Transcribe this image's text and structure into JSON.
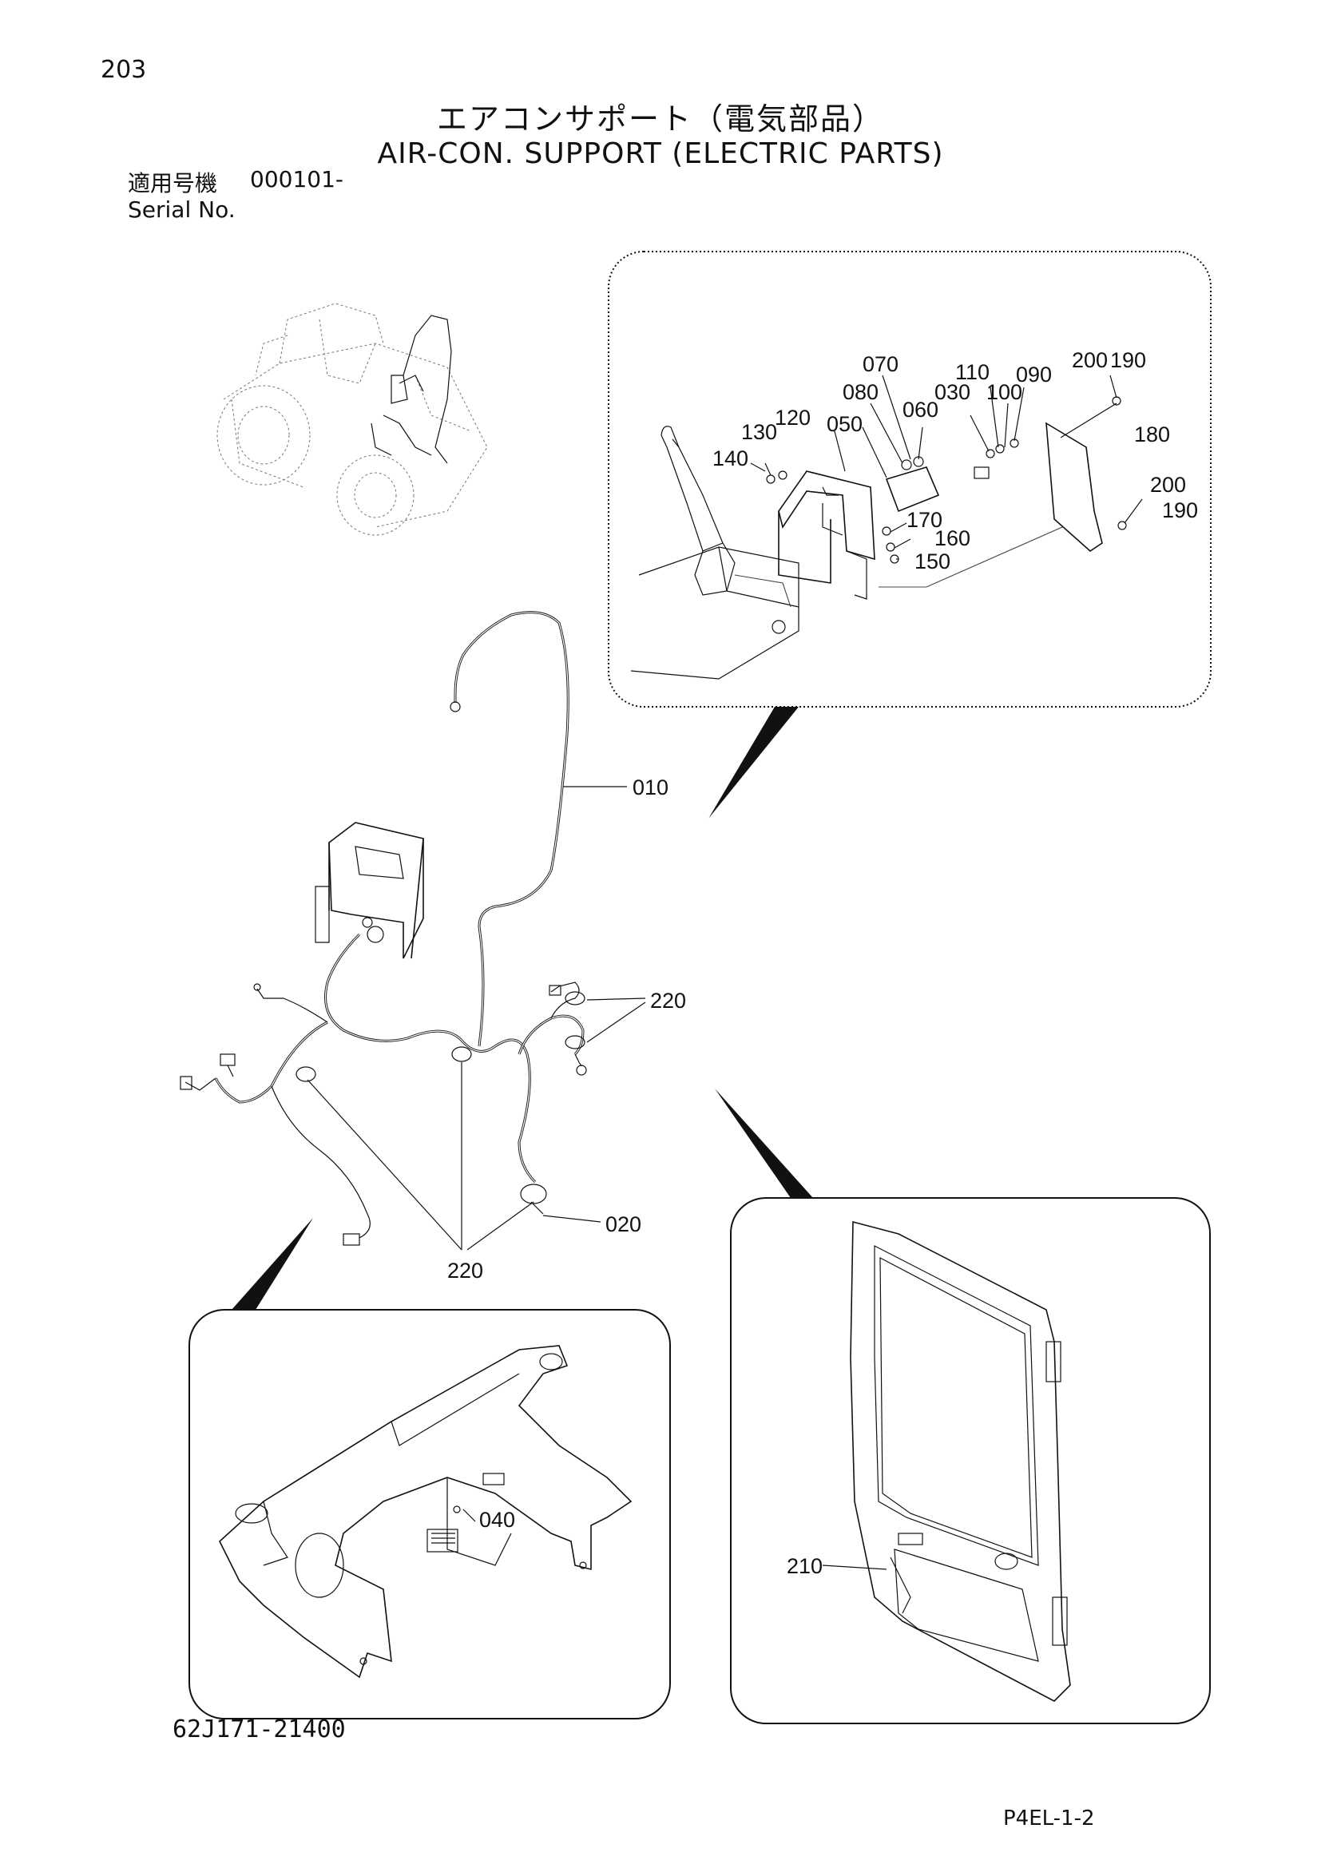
{
  "page": {
    "number": "203",
    "title_jp": "エアコンサポート（電気部品）",
    "title_en": "AIR-CON. SUPPORT (ELECTRIC PARTS)",
    "serial_label_jp": "適用号機",
    "serial_value": "000101-",
    "serial_label_en": "Serial No.",
    "drawing_number": "62J171-21400",
    "page_code": "P4EL-1-2"
  },
  "part_labels": {
    "p070": "070",
    "p110": "110",
    "p090": "090",
    "p200a": "200",
    "p190a": "190",
    "p080": "080",
    "p030": "030",
    "p100": "100",
    "p060": "060",
    "p120": "120",
    "p130": "130",
    "p050": "050",
    "p180": "180",
    "p140": "140",
    "p200b": "200",
    "p190b": "190",
    "p170": "170",
    "p160": "160",
    "p150": "150",
    "p010": "010",
    "p220a": "220",
    "p020": "020",
    "p220b": "220",
    "p040": "040",
    "p210": "210"
  }
}
